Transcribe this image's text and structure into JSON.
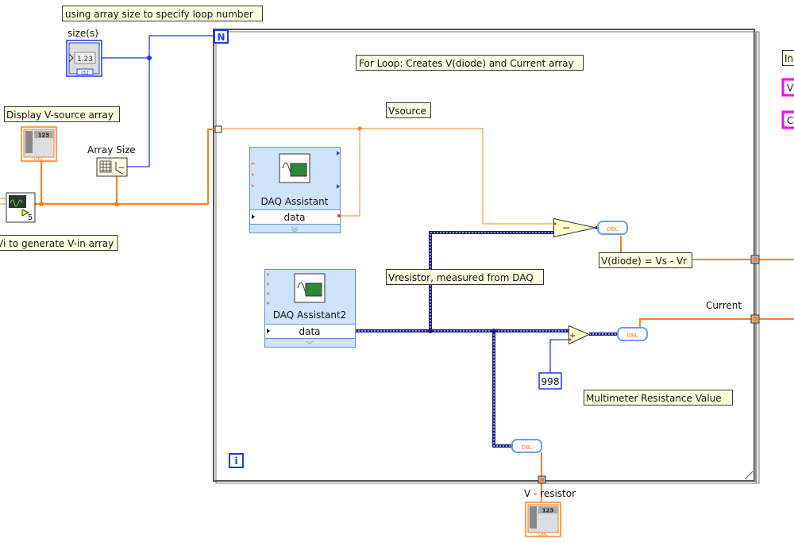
{
  "comments": {
    "loop_number": "using array size to specify loop number",
    "display_vsource": "Display V-source array",
    "generate_vin": "Vi to generate V-in array",
    "for_loop": "For Loop: Creates V(diode) and Current array",
    "vsource": "Vsource",
    "vresistor": "Vresistor, measured from DAQ",
    "vdiode": "V(diode) = Vs - Vr",
    "multimeter": "Multimeter  Resistance Value",
    "right_partial": "In"
  },
  "labels": {
    "size": "size(s)",
    "array_size": "Array Size",
    "current": "Current",
    "v_resistor": "V - resistor"
  },
  "nodes": {
    "size_control_value": "1.23",
    "size_control_type": "I32",
    "indicator_type": "DBL",
    "indicator_value": "123",
    "express_vi_count": "5",
    "daq1_title": "DAQ Assistant",
    "daq1_output": "data",
    "daq2_title": "DAQ Assistant2",
    "daq2_output": "data",
    "resistance_constant": "998",
    "loop_count_terminal": "N",
    "loop_iteration_terminal": "i",
    "subtract_symbol": "−",
    "divide_symbol": "÷",
    "convert_label": "DBL",
    "right_partial_1": "V",
    "right_partial_2": "C"
  },
  "colors": {
    "dbl_wire": "#ff7f1e",
    "int_wire": "#1a3cf0",
    "dynamic_wire": "#1d1d8c",
    "comment_bg": "#ffffe1",
    "express_vi_bg": "#cfe4fb"
  }
}
